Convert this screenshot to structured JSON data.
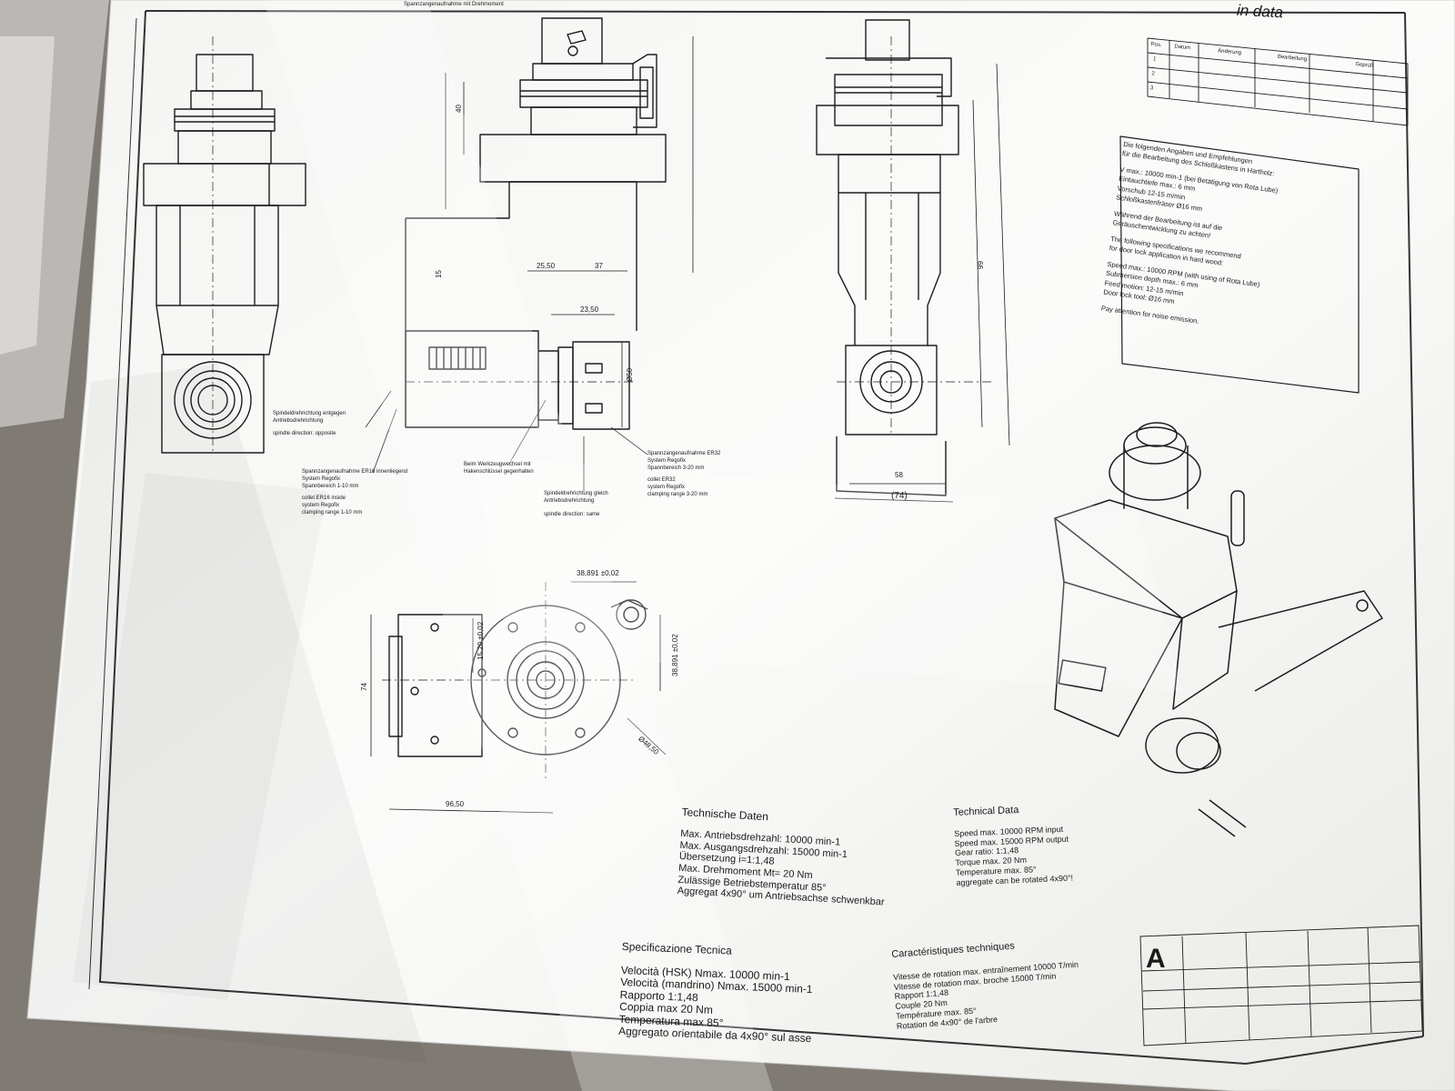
{
  "header": {
    "in_data_label": "in data",
    "stamp_text": "Spannzangenaufnahme mit Drehmoment"
  },
  "revision_table": {
    "columns": [
      "Pos.",
      "Datum",
      "Änderung",
      "Bearbeitung",
      "Geprüft"
    ],
    "rows": [
      [
        "1",
        "",
        "",
        "",
        ""
      ],
      [
        "2",
        "",
        "",
        "",
        ""
      ],
      [
        "3",
        "",
        "",
        "",
        ""
      ]
    ]
  },
  "notes_box": {
    "de_intro": [
      "Die folgenden Angaben und Empfehlungen",
      "für die Bearbeitung des Schloßkastens in Hartholz:"
    ],
    "de_specs": [
      "V max.: 10000 min-1 (bei Betätigung von Rota Lube)",
      "Eintauchtiefe max.: 6 mm",
      "Vorschub 12-15 m/min",
      "Schloßkastenfräser Ø16 mm"
    ],
    "de_warning": [
      "Während der Bearbeitung ist auf die",
      "Geräuschentwicklung zu achten!"
    ],
    "en_intro": [
      "The following specifications we recommend",
      "for door lock application in hard wood:"
    ],
    "en_specs": [
      "Speed max.: 10000 RPM (with using of Rota Lube)",
      "Submersion depth max.: 6 mm",
      "Feed motion: 12-15 m/min",
      "Door lock tool: Ø16 mm"
    ],
    "en_warning": "Pay attention for noise emission."
  },
  "annotations": {
    "spindle_opposite_de": [
      "Spindeldrehrichtung entgegen",
      "Antriebsdrehrichtung"
    ],
    "spindle_opposite_en": "spindle direction: opposite",
    "collet_er16_de": [
      "Spannzangenaufnahme ER16 innenliegend",
      "System Regofix",
      "Spannbereich 1-10 mm"
    ],
    "collet_er16_en": [
      "collet ER16 inside",
      "system Regofix",
      "clamping range 1-10 mm"
    ],
    "tool_change_de": [
      "Beim Werkzeugwechsel mit",
      "Hakenschlüssel gegenhalten"
    ],
    "spindle_same_de": [
      "Spindeldrehrichtung gleich",
      "Antriebsdrehrichtung"
    ],
    "spindle_same_en": "spindle direction: same",
    "collet_er32_de": [
      "Spannzangenaufnahme ER32",
      "System Regofix",
      "Spannbereich 3-20 mm"
    ],
    "collet_er32_en": [
      "collet ER32",
      "system Regofix",
      "clamping range 3-20 mm"
    ]
  },
  "dimensions": {
    "d1": "25,50",
    "d2": "37",
    "d3": "23,50",
    "d4": "Ø50",
    "d5": "58",
    "d6": "(74)",
    "d7": "38,891 ±0,02",
    "d8": "15,20 ±0,02",
    "d9": "38,891 ±0,02",
    "d10": "74",
    "d11": "96,50",
    "d12": "Ø48,50",
    "d13": "40",
    "d14": "15",
    "d15": "99"
  },
  "specs_de": {
    "heading": "Technische Daten",
    "lines": [
      "Max. Antriebsdrehzahl: 10000 min-1",
      "Max. Ausgangsdrehzahl: 15000 min-1",
      "Übersetzung i=1:1,48",
      "Max. Drehmoment Mt= 20 Nm",
      "Zulässige Betriebstemperatur 85°",
      "Aggregat 4x90° um Antriebsachse schwenkbar"
    ]
  },
  "specs_en": {
    "heading": "Technical Data",
    "lines": [
      "Speed max. 10000 RPM input",
      "Speed max. 15000 RPM output",
      "Gear ratio: 1:1,48",
      "Torque max. 20 Nm",
      "Temperature max. 85°",
      "aggregate can be rotated 4x90°!"
    ]
  },
  "specs_it": {
    "heading": "Specificazione Tecnica",
    "lines": [
      "Velocità (HSK) Nmax. 10000 min-1",
      "Velocità (mandrino) Nmax. 15000 min-1",
      "Rapporto 1:1,48",
      "Coppia max 20 Nm",
      "Temperatura max 85°",
      "Aggregato orientabile da 4x90° sul asse"
    ]
  },
  "specs_fr": {
    "heading": "Caractéristiques techniques",
    "lines": [
      "Vitesse de rotation max. entraînement 10000 T/min",
      "Vitesse de rotation max. broche 15000 T/min",
      "Rapport 1:1,48",
      "Couple 20 Nm",
      "Température max. 85°",
      "Rotation de 4x90° de l'arbre"
    ]
  },
  "title_block": {
    "logo_letter": "A"
  }
}
